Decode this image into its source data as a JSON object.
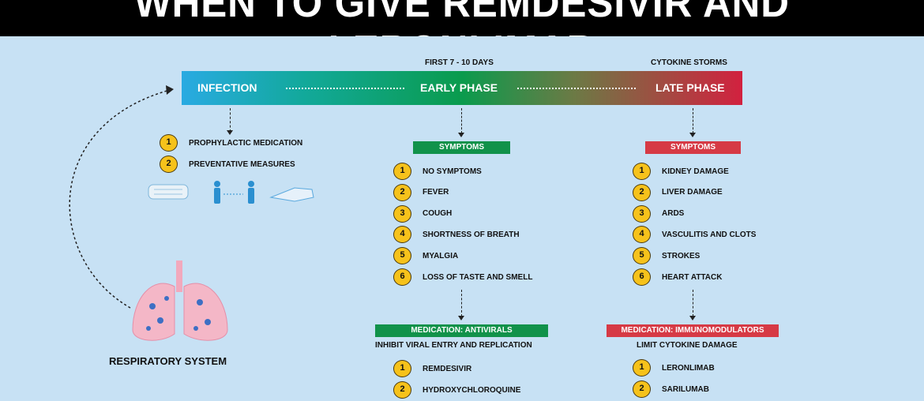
{
  "title": "When to Give Remdesivir and Leronlimab",
  "timeline": {
    "early_note": "First 7 - 10 Days",
    "late_note": "Cytokine Storms",
    "phases": [
      "Infection",
      "Early Phase",
      "Late Phase"
    ],
    "colors": {
      "start": "#29aae2",
      "middle": "#0a9b4d",
      "end": "#d2213f"
    }
  },
  "infection": {
    "items": [
      "Prophylactic Medication",
      "Preventative Measures"
    ],
    "icons": [
      "face-mask-icon",
      "person-icon",
      "person-icon",
      "gloves-icon"
    ],
    "organ_label": "Respiratory System"
  },
  "early": {
    "symptoms_header": "Symptoms",
    "symptoms": [
      "No Symptoms",
      "Fever",
      "Cough",
      "Shortness of Breath",
      "Myalgia",
      "Loss of Taste and Smell"
    ],
    "medication_header": "Medication: Antivirals",
    "medication_subtitle": "Inhibit Viral Entry and Replication",
    "medications": [
      "Remdesivir",
      "Hydroxychloroquine"
    ]
  },
  "late": {
    "symptoms_header": "Symptoms",
    "symptoms": [
      "Kidney Damage",
      "Liver Damage",
      "ARDS",
      "Vasculitis and Clots",
      "Strokes",
      "Heart Attack"
    ],
    "medication_header": "Medication: Immunomodulators",
    "medication_subtitle": "Limit Cytokine Damage",
    "medications": [
      "Leronlimab",
      "Sarilumab"
    ]
  }
}
